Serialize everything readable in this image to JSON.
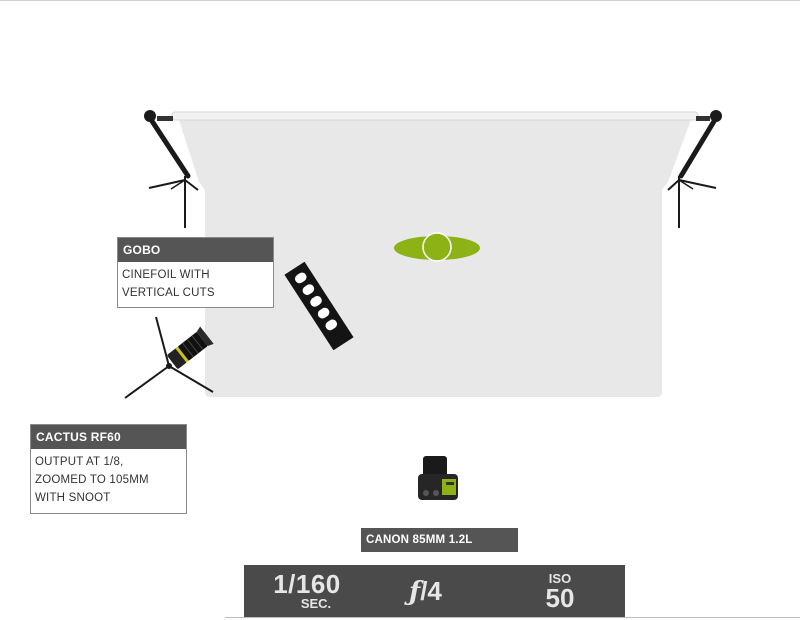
{
  "labels": {
    "gobo": {
      "title": "GOBO",
      "lines": [
        "CINEFOIL WITH",
        "VERTICAL CUTS"
      ]
    },
    "cactus": {
      "title": "CACTUS RF60",
      "lines": [
        "OUTPUT AT 1/8,",
        "ZOOMED TO 105MM",
        "WITH SNOOT"
      ]
    },
    "lens": "CANON 85MM 1.2L"
  },
  "settings": {
    "shutter": "1/160",
    "shutter_unit": "SEC.",
    "aperture_symbol": "ƒ",
    "aperture_value": "/4",
    "iso_label": "ISO",
    "iso_value": "50"
  },
  "colors": {
    "subject": "#8cb215",
    "backdrop": "#e8e8e8",
    "label_header": "#555555",
    "settings_bar": "#4a4a4a"
  },
  "icons": [
    "backdrop-stand-left-icon",
    "backdrop-stand-right-icon",
    "subject-icon",
    "gobo-icon",
    "flash-icon",
    "camera-icon"
  ]
}
